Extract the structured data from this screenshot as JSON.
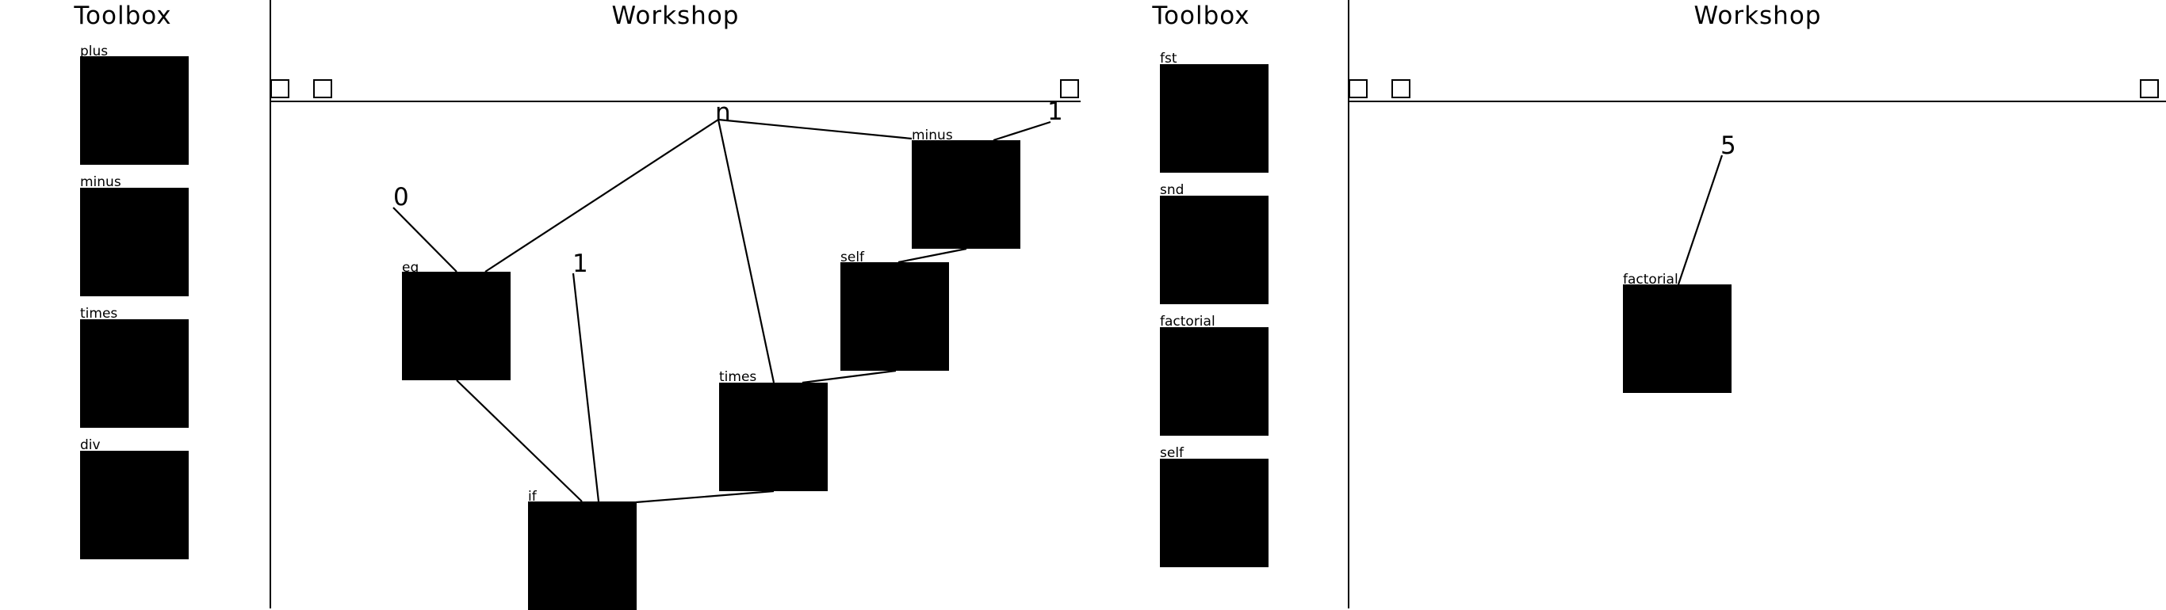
{
  "panels": [
    {
      "toolbox": {
        "title": "Toolbox",
        "items": [
          "plus",
          "minus",
          "times",
          "div"
        ]
      },
      "workshop": {
        "title": "Workshop",
        "param": "n",
        "constants": [
          "0",
          "1",
          "1"
        ],
        "blocks": [
          "eq",
          "if",
          "times",
          "self",
          "minus"
        ]
      }
    },
    {
      "toolbox": {
        "title": "Toolbox",
        "items": [
          "fst",
          "snd",
          "factorial",
          "self"
        ]
      },
      "workshop": {
        "title": "Workshop",
        "constants": [
          "5"
        ],
        "blocks": [
          "factorial"
        ]
      }
    }
  ]
}
